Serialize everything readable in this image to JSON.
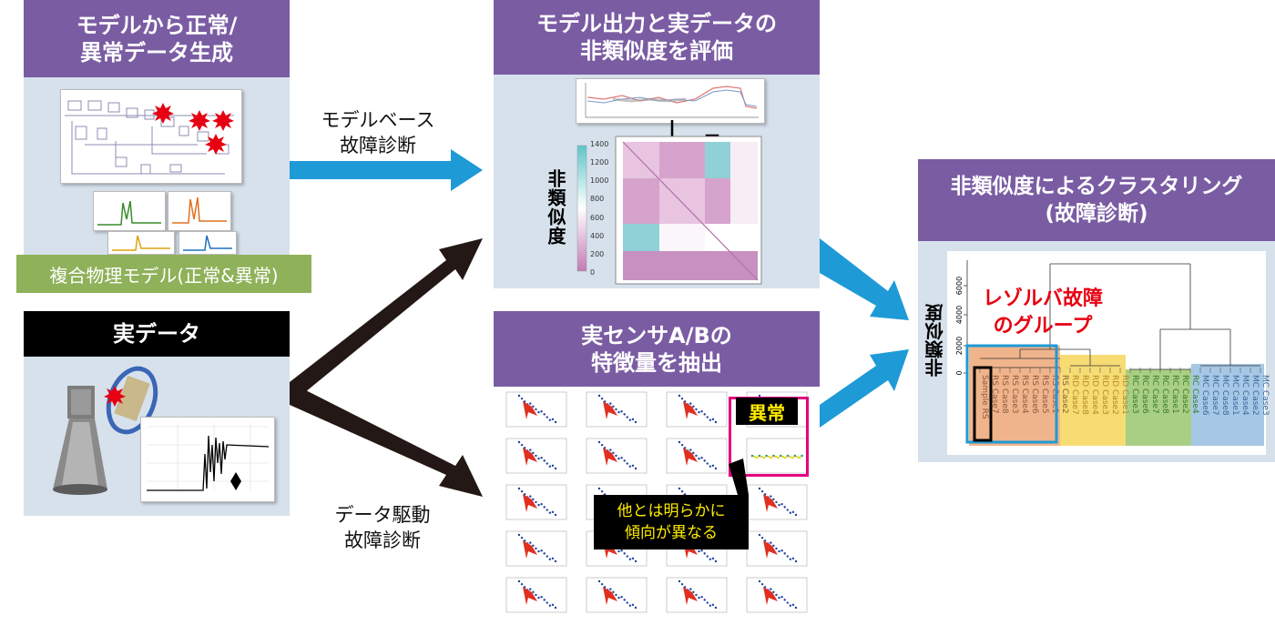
{
  "panels": {
    "model_gen": {
      "title_line1": "モデルから正常/",
      "title_line2": "異常データ生成",
      "label": "複合物理モデル(正常&異常)"
    },
    "real_data": {
      "title": "実データ"
    },
    "eval": {
      "title_line1": "モデル出力と実データの",
      "title_line2": "非類似度を評価",
      "y_axis_label": "非類似度",
      "colorbar_ticks": [
        "1400",
        "1200",
        "1000",
        "800",
        "600",
        "400",
        "200",
        "0"
      ]
    },
    "sensor": {
      "title_line1": "実センサA/Bの",
      "title_line2": "特徴量を抽出",
      "anomaly_label": "異常",
      "note_line1": "他とは明らかに",
      "note_line2": "傾向が異なる"
    },
    "cluster": {
      "title_line1": "非類似度によるクラスタリング",
      "title_line2": "(故障診断)",
      "y_axis_label": "非類似度",
      "y_ticks": [
        "6000",
        "4000",
        "2000",
        "0"
      ],
      "annotation_line1": "レゾルバ故障",
      "annotation_line2": "のグループ",
      "leaves": [
        "Sample RS",
        "RS Case7",
        "RS Case8",
        "RS Case3",
        "RS Case4",
        "RS Case6",
        "RS Case5",
        "RS Case1",
        "RS Case2",
        "RD Case7",
        "RD Case8",
        "RD Case4",
        "RD Case3",
        "RD Case2",
        "RD Case1",
        "RC Case3",
        "RC Case6",
        "RC Case7",
        "RC Case8",
        "RC Case1",
        "RC Case2",
        "RC Case4",
        "MC Case6",
        "MC Case7",
        "MC Case8",
        "MC Case1",
        "MC Case4",
        "MC Case2",
        "MC Case3"
      ]
    }
  },
  "flows": {
    "model_based_line1": "モデルベース",
    "model_based_line2": "故障診断",
    "data_driven_line1": "データ駆動",
    "data_driven_line2": "故障診断"
  },
  "colors": {
    "header_purple": "#7a5ca3",
    "panel_bg": "#d6e1ec",
    "arrow_blue": "#1e9ad6",
    "arrow_black": "#231815",
    "green_label": "#8fb159",
    "highlight_red": "#e60012",
    "highlight_magenta": "#e4007f",
    "note_yellow": "#ffec00",
    "group_rs": "#f0b48c",
    "group_rd": "#f7dc74",
    "group_rc": "#a9cf85",
    "group_mc": "#a6c8e6"
  }
}
